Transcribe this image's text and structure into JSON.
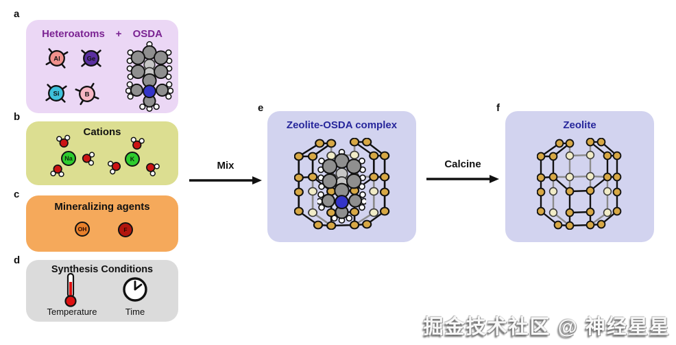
{
  "panels": {
    "a": {
      "letter": "a",
      "title_left": "Heteroatoms",
      "title_plus": "+",
      "title_right": "OSDA",
      "atoms": [
        {
          "symbol": "Al",
          "color": "#F0918C"
        },
        {
          "symbol": "Ge",
          "color": "#5B2FA0"
        },
        {
          "symbol": "Si",
          "color": "#3EC1DC"
        },
        {
          "symbol": "B",
          "color": "#F6B6C3"
        }
      ]
    },
    "b": {
      "letter": "b",
      "title": "Cations",
      "cations": [
        {
          "symbol": "Na"
        },
        {
          "symbol": "K"
        }
      ],
      "cation_color": "#2ECC2E"
    },
    "c": {
      "letter": "c",
      "title": "Mineralizing agents",
      "agents": [
        {
          "symbol": "OH",
          "color": "#E8802A"
        },
        {
          "symbol": "F",
          "color": "#B2150E"
        }
      ]
    },
    "d": {
      "letter": "d",
      "title": "Synthesis Conditions",
      "conditions": [
        {
          "label": "Temperature",
          "icon": "thermometer-icon"
        },
        {
          "label": "Time",
          "icon": "clock-icon"
        }
      ]
    },
    "e": {
      "letter": "e",
      "title": "Zeolite-OSDA complex"
    },
    "f": {
      "letter": "f",
      "title": "Zeolite"
    }
  },
  "arrows": {
    "mix": "Mix",
    "calcine": "Calcine"
  },
  "watermark": "掘金技术社区 @ 神经星星",
  "colors": {
    "panel_a_bg": "#EBD7F5",
    "panel_a_title": "#7B2392",
    "panel_b_bg": "#DCDE91",
    "panel_c_bg": "#F5A95B",
    "panel_d_bg": "#DBDBDB",
    "panel_ef_bg": "#D2D3EF",
    "panel_ef_title": "#26269B",
    "cage_node_front": "#D7A845",
    "cage_node_back": "#F1ECC8",
    "cage_edge_back": "#8B8B8B",
    "carbon": "#8F8F8F",
    "carbon_back": "#C6C6C6",
    "nitrogen": "#3434C8",
    "hydrogen": "#FFFFFF",
    "water_oxygen": "#CC1414",
    "thermometer_red": "#DD1111"
  }
}
